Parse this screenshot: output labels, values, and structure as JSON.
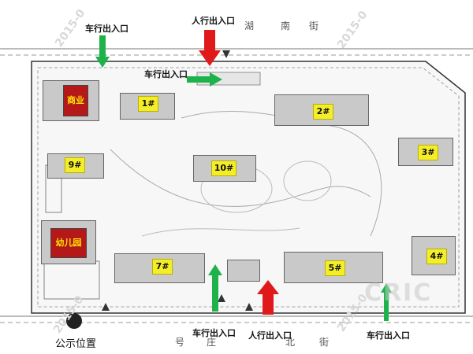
{
  "roads": {
    "top": [
      "湖",
      "南",
      "街"
    ],
    "bottom": [
      "号",
      "庄",
      "北",
      "街"
    ]
  },
  "entrances": {
    "vehicle": "车行出入口",
    "pedestrian": "人行出入口"
  },
  "buildings": [
    {
      "id": "b1",
      "label": "1#"
    },
    {
      "id": "b2",
      "label": "2#"
    },
    {
      "id": "b3",
      "label": "3#"
    },
    {
      "id": "b4",
      "label": "4#"
    },
    {
      "id": "b5",
      "label": "5#"
    },
    {
      "id": "b7",
      "label": "7#"
    },
    {
      "id": "b9",
      "label": "9#"
    },
    {
      "id": "b10",
      "label": "10#"
    }
  ],
  "commercial": "商业",
  "kindergarten": "幼儿园",
  "notice": "公示位置",
  "watermark": "2015-0",
  "logo": "CRIC",
  "colors": {
    "vehicle_arrow": "#1db34a",
    "pedestrian_arrow": "#e01a1a",
    "tag": "#f4ee2a",
    "red_block": "#b41818"
  }
}
